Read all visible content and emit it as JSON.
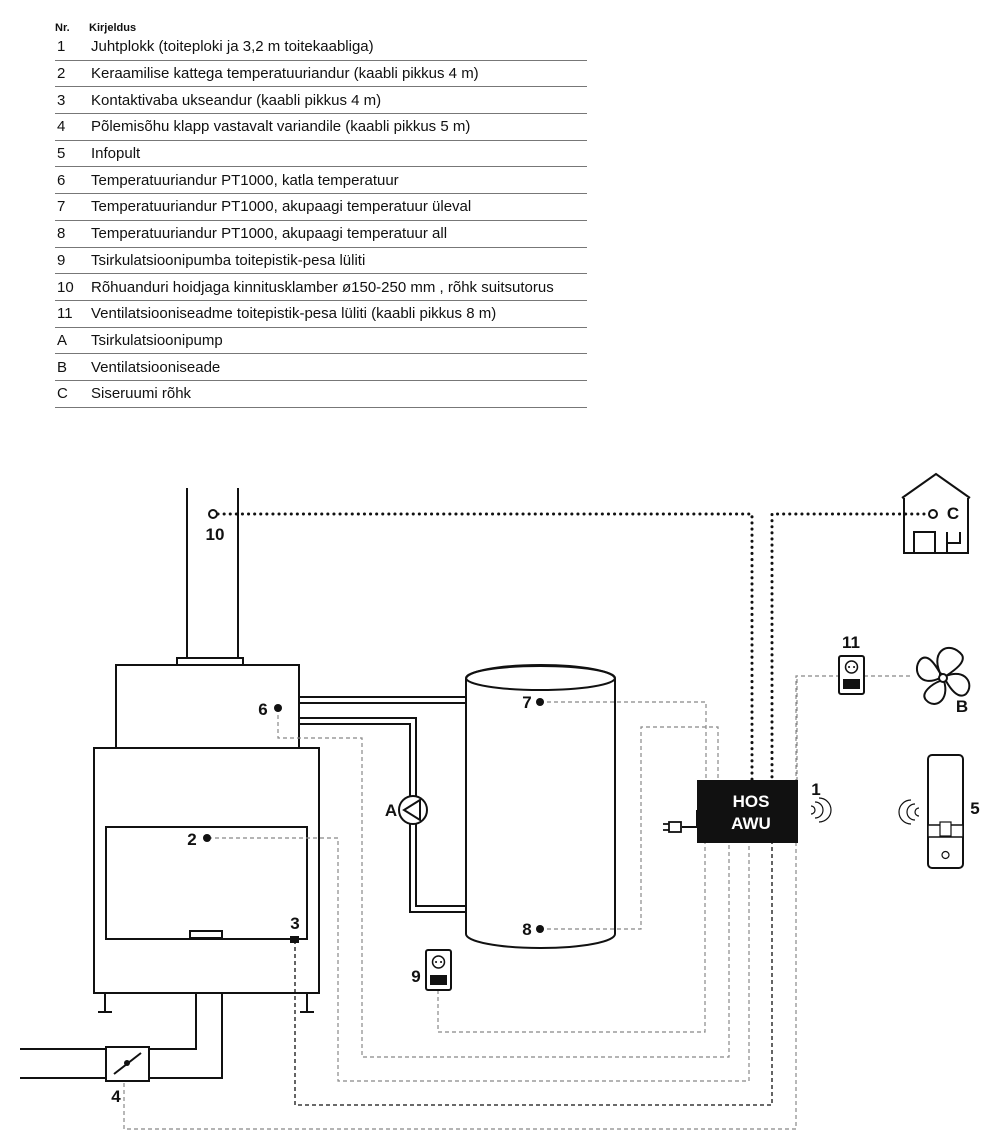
{
  "legend": {
    "header_nr": "Nr.",
    "header_desc": "Kirjeldus",
    "rows": [
      {
        "nr": "1",
        "text": "Juhtplokk (toiteploki ja 3,2 m toitekaabliga)"
      },
      {
        "nr": "2",
        "text": "Keraamilise kattega temperatuuriandur (kaabli pikkus 4 m)"
      },
      {
        "nr": "3",
        "text": "Kontaktivaba ukseandur (kaabli pikkus 4 m)"
      },
      {
        "nr": "4",
        "text": "Põlemisõhu klapp vastavalt variandile (kaabli pikkus 5 m)"
      },
      {
        "nr": "5",
        "text": "Infopult"
      },
      {
        "nr": "6",
        "text": "Temperatuuriandur PT1000, katla temperatuur"
      },
      {
        "nr": "7",
        "text": "Temperatuuriandur PT1000, akupaagi temperatuur üleval"
      },
      {
        "nr": "8",
        "text": "Temperatuuriandur PT1000, akupaagi temperatuur all"
      },
      {
        "nr": "9",
        "text": "Tsirkulatsioonipumba toitepistik-pesa lüliti"
      },
      {
        "nr": "10",
        "text": "Rõhuanduri hoidjaga kinnitusklamber ø150-250 mm , rõhk suitsutorus"
      },
      {
        "nr": "11",
        "text": "Ventilatsiooniseadme toitepistik-pesa lüliti (kaabli pikkus 8 m)"
      },
      {
        "nr": "A",
        "text": "Tsirkulatsioonipump"
      },
      {
        "nr": "B",
        "text": "Ventilatsiooniseade"
      },
      {
        "nr": "C",
        "text": "Siseruumi rõhk"
      }
    ]
  },
  "diagram": {
    "controller_line1": "HOS",
    "controller_line2": "AWU",
    "labels": {
      "l1": "1",
      "l2": "2",
      "l3": "3",
      "l4": "4",
      "l5": "5",
      "l6": "6",
      "l7": "7",
      "l8": "8",
      "l9": "9",
      "l10": "10",
      "l11": "11",
      "lA": "A",
      "lB": "B",
      "lC": "C"
    }
  }
}
